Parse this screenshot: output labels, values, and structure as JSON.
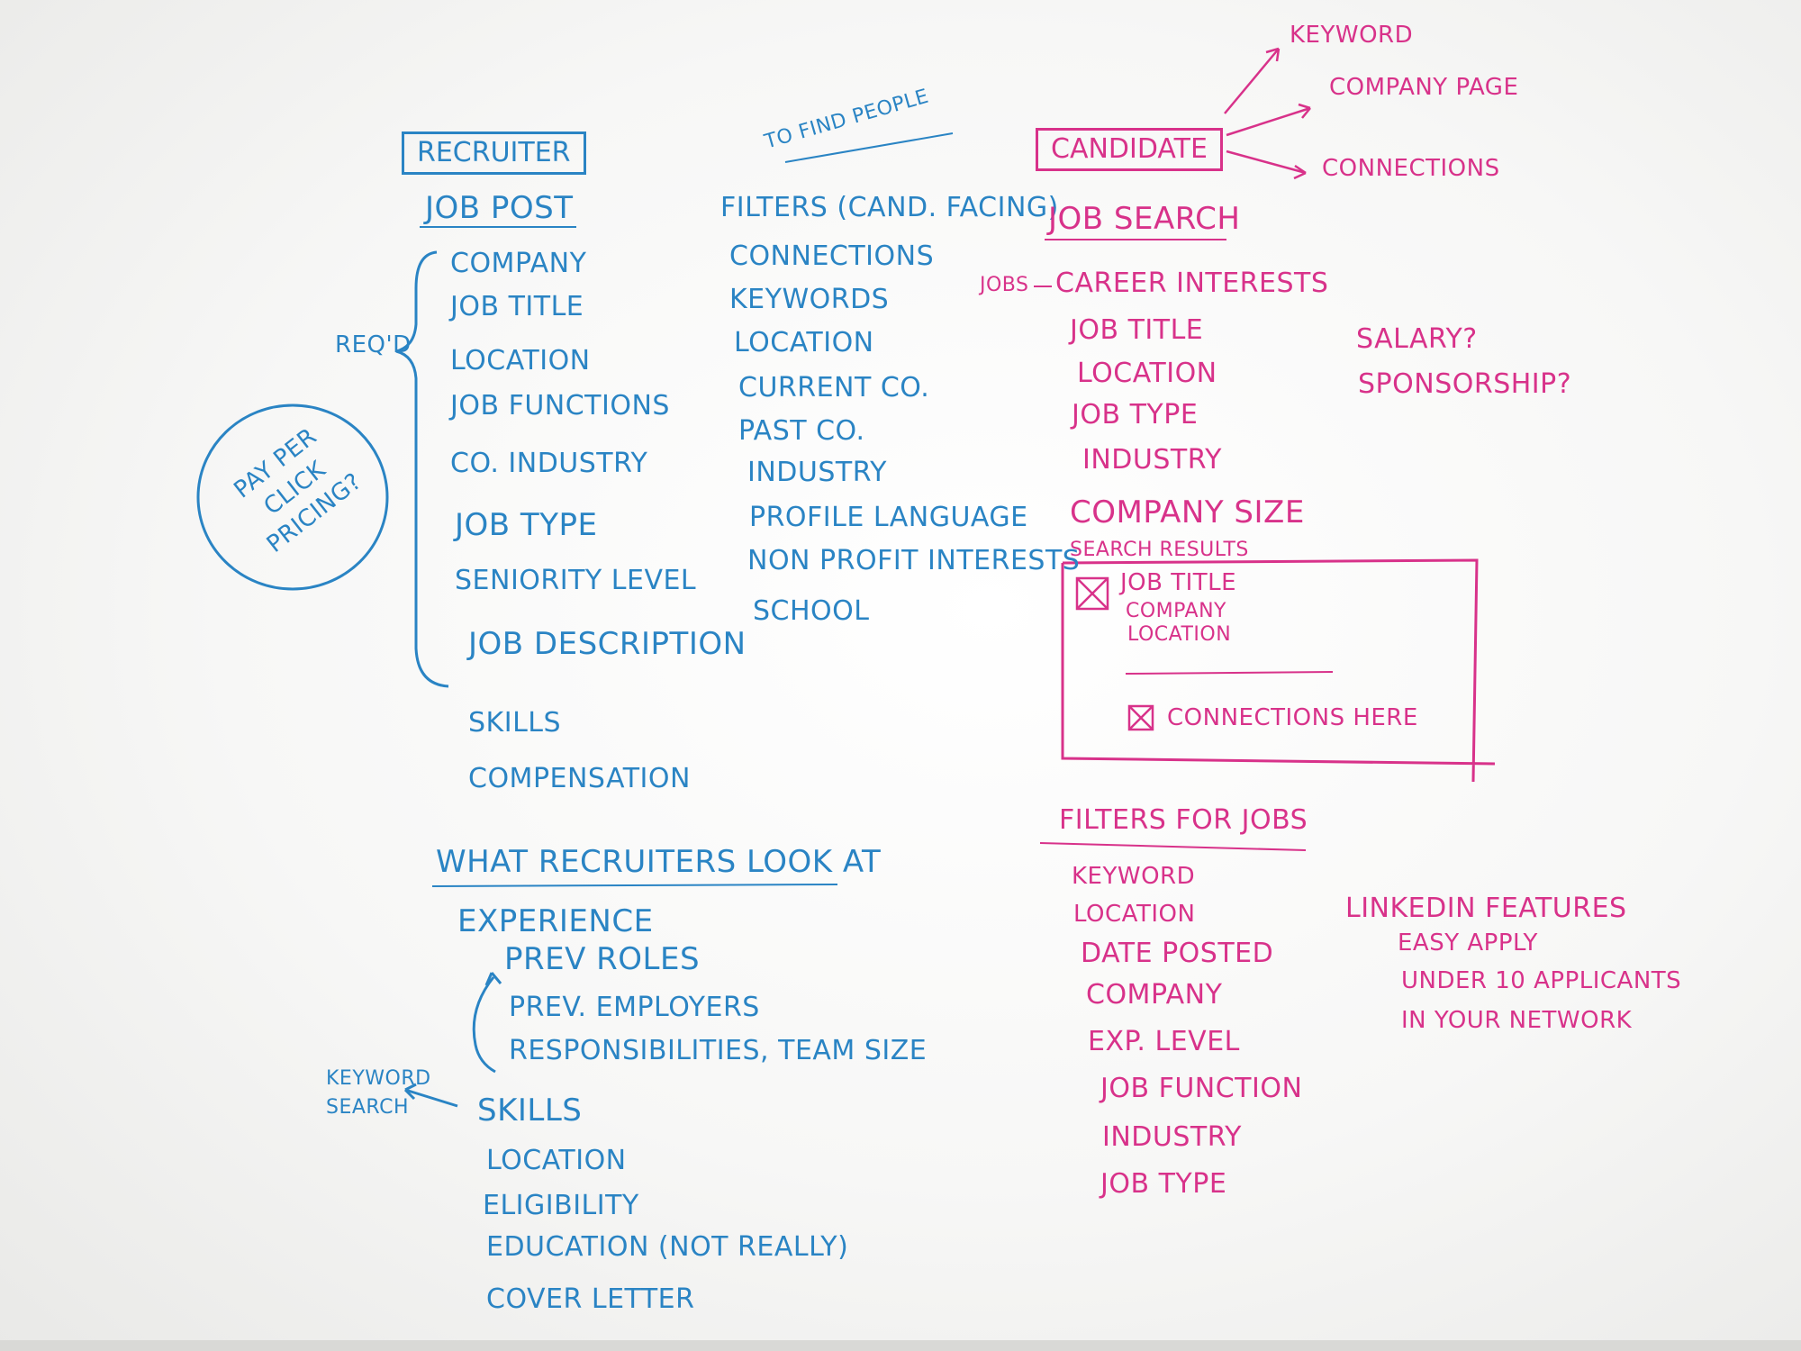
{
  "recruiter": {
    "title": "RECRUITER",
    "job_post_heading": "JOB POST",
    "reqd_label": "REQ'D",
    "required_items": [
      "COMPANY",
      "JOB TITLE",
      "LOCATION",
      "JOB FUNCTIONS",
      "CO. INDUSTRY",
      "JOB TYPE",
      "SENIORITY LEVEL",
      "JOB DESCRIPTION"
    ],
    "optional_items": [
      "SKILLS",
      "COMPENSATION"
    ],
    "pricing_note": "PAY PER CLICK PRICING?"
  },
  "filters": {
    "note": "TO FIND PEOPLE",
    "heading": "FILTERS (CAND. FACING)",
    "items": [
      "CONNECTIONS",
      "KEYWORDS",
      "LOCATION",
      "CURRENT CO.",
      "PAST CO.",
      "INDUSTRY",
      "PROFILE LANGUAGE",
      "NON PROFIT INTERESTS",
      "SCHOOL"
    ]
  },
  "what_recruiters_look_at": {
    "heading": "WHAT RECRUITERS LOOK AT",
    "experience": "EXPERIENCE",
    "experience_sub": [
      "PREV ROLES",
      "PREV. EMPLOYERS",
      "RESPONSIBILITIES, TEAM SIZE"
    ],
    "keyword_note": "KEYWORD SEARCH",
    "items": [
      "SKILLS",
      "LOCATION",
      "ELIGIBILITY",
      "EDUCATION (NOT REALLY)",
      "COVER LETTER"
    ]
  },
  "candidate": {
    "title": "CANDIDATE",
    "branches": [
      "KEYWORD",
      "COMPANY PAGE",
      "CONNECTIONS"
    ],
    "job_search_heading": "JOB SEARCH",
    "jobs_label": "JOBS",
    "career_interests": "CAREER INTERESTS",
    "career_items": [
      "JOB TITLE",
      "LOCATION",
      "JOB TYPE",
      "INDUSTRY",
      "COMPANY SIZE"
    ],
    "side_questions": [
      "SALARY?",
      "SPONSORSHIP?"
    ],
    "search_results_label": "SEARCH RESULTS",
    "result_card": {
      "job_title": "JOB TITLE",
      "company": "COMPANY",
      "location": "LOCATION",
      "connections": "CONNECTIONS HERE"
    },
    "filters_heading": "FILTERS FOR JOBS",
    "filter_items": [
      "KEYWORD",
      "LOCATION",
      "DATE POSTED",
      "COMPANY",
      "EXP. LEVEL",
      "JOB FUNCTION",
      "INDUSTRY",
      "JOB TYPE"
    ],
    "linkedin_heading": "LINKEDIN FEATURES",
    "linkedin_items": [
      "EASY APPLY",
      "UNDER 10 APPLICANTS",
      "IN YOUR NETWORK"
    ]
  },
  "colors": {
    "blue_marker": "#2a84c4",
    "pink_marker": "#d8328a"
  }
}
